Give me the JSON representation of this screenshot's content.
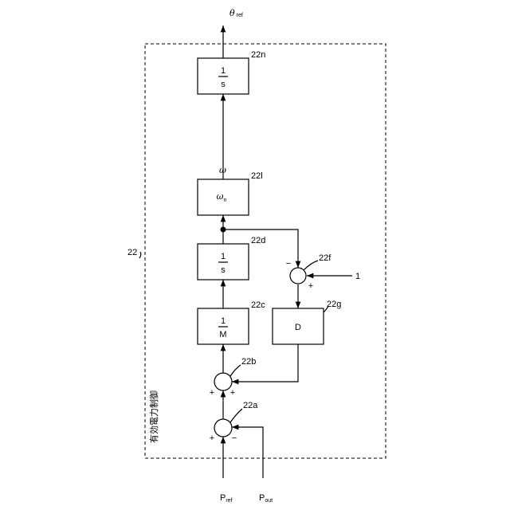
{
  "diagram": {
    "ref_number": "22",
    "title": "有効電力制御",
    "inputs": {
      "p_ref": {
        "main": "P",
        "sub": "ref"
      },
      "p_out": {
        "main": "P",
        "sub": "out"
      }
    },
    "output": {
      "main": "θ",
      "sub": "ref"
    },
    "omega_label": "ω",
    "one_input": "1",
    "summers": [
      {
        "id": "22a",
        "signs": [
          "+",
          "−"
        ]
      },
      {
        "id": "22b",
        "signs": [
          "+",
          "+"
        ]
      },
      {
        "id": "22f",
        "signs": [
          "−",
          "+"
        ]
      }
    ],
    "blocks": [
      {
        "id": "22c",
        "num": "1",
        "den": "M"
      },
      {
        "id": "22d",
        "num": "1",
        "den": "s"
      },
      {
        "id": "22l",
        "main": "ω",
        "sub": "n"
      },
      {
        "id": "22n",
        "num": "1",
        "den": "s"
      },
      {
        "id": "22g",
        "text": "D"
      }
    ]
  }
}
